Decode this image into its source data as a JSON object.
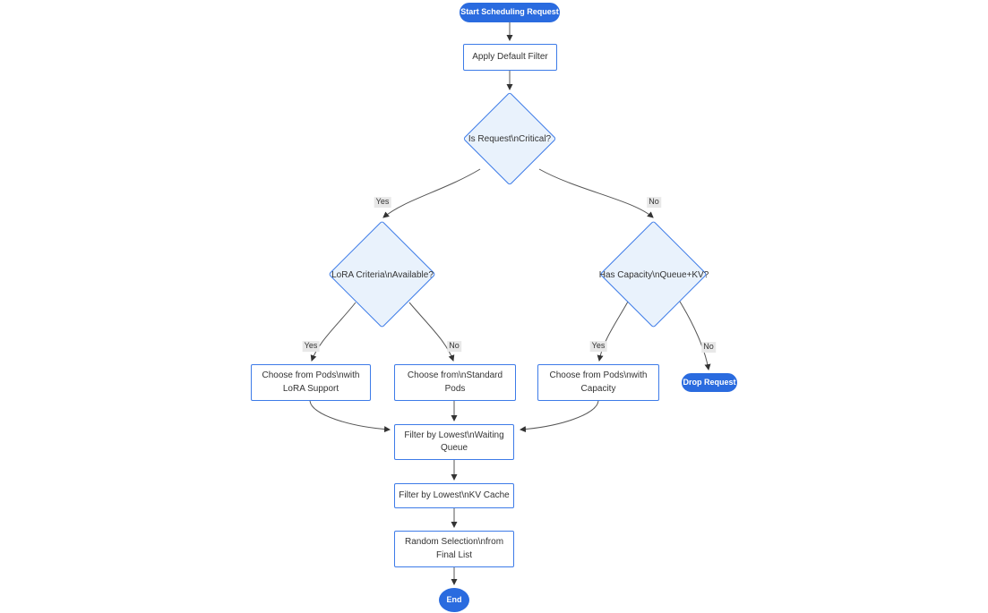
{
  "diagram": {
    "type": "flowchart",
    "direction": "top-down",
    "colors": {
      "accent_fill": "#2a6bdf",
      "accent_text": "#ffffff",
      "node_border": "#3d7be8",
      "decision_fill": "#e9f2fc",
      "node_fill": "#ffffff",
      "node_text": "#333333",
      "edge_stroke": "#555555",
      "edge_label_bg": "#e8e8e8",
      "background": "#ffffff"
    },
    "nodes": [
      {
        "id": "start",
        "shape": "stadium",
        "label": "Start Scheduling Request"
      },
      {
        "id": "apply-filter",
        "shape": "rect",
        "label": "Apply Default Filter"
      },
      {
        "id": "is-critical",
        "shape": "diamond",
        "label": "Is Request\\nCritical?"
      },
      {
        "id": "lora-criteria",
        "shape": "diamond",
        "label": "LoRA Criteria\\nAvailable?"
      },
      {
        "id": "has-capacity",
        "shape": "diamond",
        "label": "Has Capacity\\nQueue+KV?"
      },
      {
        "id": "choose-lora",
        "shape": "rect",
        "label": "Choose from Pods\\nwith LoRA Support"
      },
      {
        "id": "choose-std",
        "shape": "rect",
        "label": "Choose from\\nStandard Pods"
      },
      {
        "id": "choose-cap",
        "shape": "rect",
        "label": "Choose from Pods\\nwith Capacity"
      },
      {
        "id": "drop-request",
        "shape": "stadium",
        "label": "Drop Request"
      },
      {
        "id": "filter-queue",
        "shape": "rect",
        "label": "Filter by Lowest\\nWaiting Queue"
      },
      {
        "id": "filter-kv",
        "shape": "rect",
        "label": "Filter by Lowest\\nKV Cache"
      },
      {
        "id": "random-sel",
        "shape": "rect",
        "label": "Random Selection\\nfrom Final List"
      },
      {
        "id": "end",
        "shape": "circle",
        "label": "End"
      }
    ],
    "edges": [
      {
        "from": "start",
        "to": "apply-filter",
        "label": ""
      },
      {
        "from": "apply-filter",
        "to": "is-critical",
        "label": ""
      },
      {
        "from": "is-critical",
        "to": "lora-criteria",
        "label": "Yes"
      },
      {
        "from": "is-critical",
        "to": "has-capacity",
        "label": "No"
      },
      {
        "from": "lora-criteria",
        "to": "choose-lora",
        "label": "Yes"
      },
      {
        "from": "lora-criteria",
        "to": "choose-std",
        "label": "No"
      },
      {
        "from": "has-capacity",
        "to": "choose-cap",
        "label": "Yes"
      },
      {
        "from": "has-capacity",
        "to": "drop-request",
        "label": "No"
      },
      {
        "from": "choose-lora",
        "to": "filter-queue",
        "label": ""
      },
      {
        "from": "choose-std",
        "to": "filter-queue",
        "label": ""
      },
      {
        "from": "choose-cap",
        "to": "filter-queue",
        "label": ""
      },
      {
        "from": "filter-queue",
        "to": "filter-kv",
        "label": ""
      },
      {
        "from": "filter-kv",
        "to": "random-sel",
        "label": ""
      },
      {
        "from": "random-sel",
        "to": "end",
        "label": ""
      }
    ]
  }
}
